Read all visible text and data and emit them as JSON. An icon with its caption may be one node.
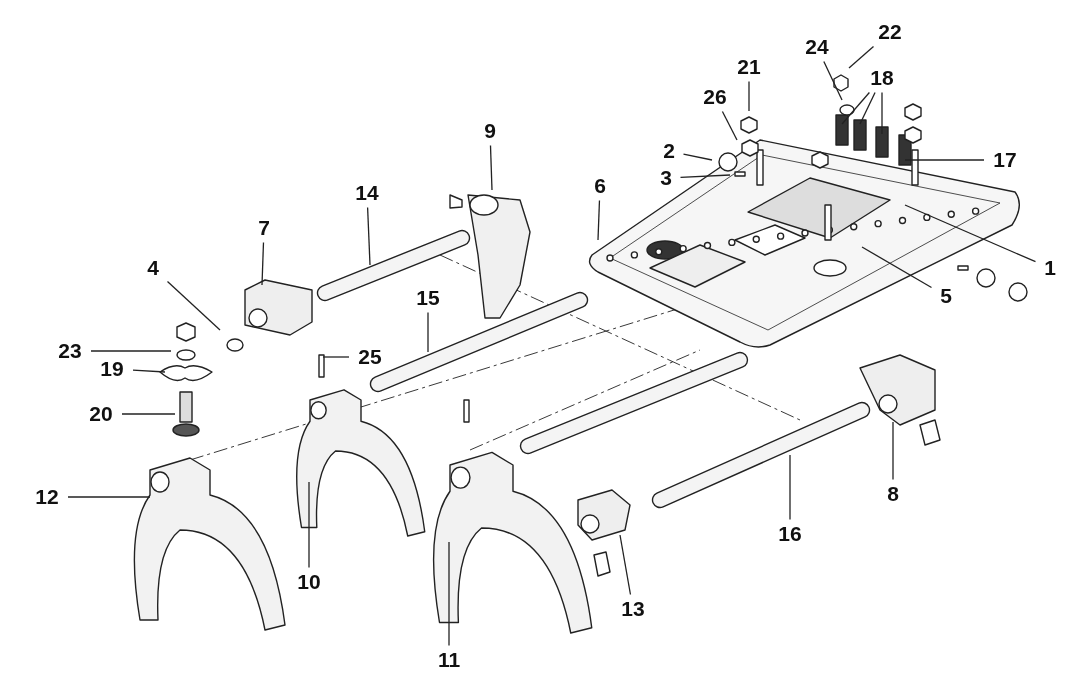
{
  "diagram": {
    "nodes": [
      {
        "text": [
          "1"
        ]
      },
      {
        "text": [
          "2"
        ]
      },
      {
        "text": [
          "3"
        ]
      },
      {
        "text": [
          "4"
        ]
      },
      {
        "text": [
          "5"
        ]
      },
      {
        "text": [
          "6"
        ]
      },
      {
        "text": [
          "7"
        ]
      },
      {
        "text": [
          "8"
        ]
      },
      {
        "text": [
          "9"
        ]
      },
      {
        "text": [
          "10"
        ]
      },
      {
        "text": [
          "11"
        ]
      },
      {
        "text": [
          "12"
        ]
      },
      {
        "text": [
          "13"
        ]
      },
      {
        "text": [
          "14"
        ]
      },
      {
        "text": [
          "15"
        ]
      },
      {
        "text": [
          "16"
        ]
      },
      {
        "text": [
          "17"
        ]
      },
      {
        "text": [
          "18"
        ]
      },
      {
        "text": [
          "19"
        ]
      },
      {
        "text": [
          "20"
        ]
      },
      {
        "text": [
          "21"
        ]
      },
      {
        "text": [
          "22"
        ]
      },
      {
        "text": [
          "23"
        ]
      },
      {
        "text": [
          "24"
        ]
      },
      {
        "text": [
          "25"
        ]
      },
      {
        "text": [
          "26"
        ]
      }
    ],
    "edges": [
      {
        "from": 0,
        "to": null,
        "arrow": "none"
      },
      {
        "from": 1,
        "to": null,
        "arrow": "none"
      },
      {
        "from": 2,
        "to": null,
        "arrow": "none"
      },
      {
        "from": 3,
        "to": null,
        "arrow": "none"
      },
      {
        "from": 4,
        "to": null,
        "arrow": "none"
      },
      {
        "from": 5,
        "to": null,
        "arrow": "none"
      },
      {
        "from": 6,
        "to": null,
        "arrow": "none"
      },
      {
        "from": 7,
        "to": null,
        "arrow": "none"
      },
      {
        "from": 8,
        "to": null,
        "arrow": "none"
      },
      {
        "from": 9,
        "to": null,
        "arrow": "none"
      },
      {
        "from": 10,
        "to": null,
        "arrow": "none"
      },
      {
        "from": 11,
        "to": null,
        "arrow": "none"
      },
      {
        "from": 12,
        "to": null,
        "arrow": "none"
      },
      {
        "from": 13,
        "to": null,
        "arrow": "none"
      },
      {
        "from": 14,
        "to": null,
        "arrow": "none"
      },
      {
        "from": 15,
        "to": null,
        "arrow": "none"
      },
      {
        "from": 16,
        "to": null,
        "arrow": "none"
      },
      {
        "from": 17,
        "to": null,
        "arrow": "none"
      },
      {
        "from": 17,
        "to": null,
        "arrow": "none"
      },
      {
        "from": 17,
        "to": null,
        "arrow": "none"
      },
      {
        "from": 18,
        "to": null,
        "arrow": "none"
      },
      {
        "from": 19,
        "to": null,
        "arrow": "none"
      },
      {
        "from": 20,
        "to": null,
        "arrow": "none"
      },
      {
        "from": 21,
        "to": null,
        "arrow": "none"
      },
      {
        "from": 22,
        "to": null,
        "arrow": "none"
      },
      {
        "from": 23,
        "to": null,
        "arrow": "none"
      },
      {
        "from": 24,
        "to": null,
        "arrow": "none"
      },
      {
        "from": 25,
        "to": null,
        "arrow": "none"
      }
    ]
  }
}
